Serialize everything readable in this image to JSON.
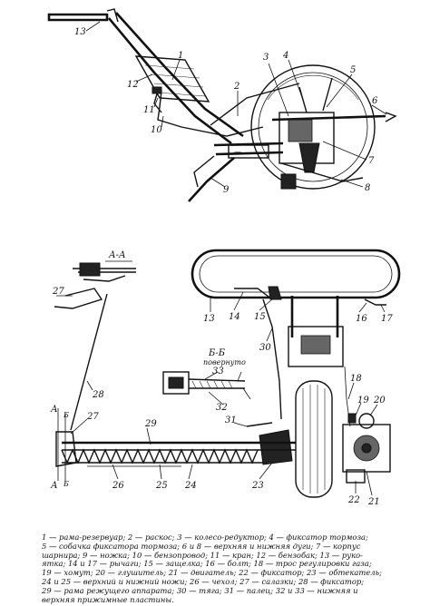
{
  "labels_top": [
    "13",
    "12",
    "11",
    "10",
    "1",
    "2",
    "3",
    "4",
    "5",
    "6",
    "7",
    "8",
    "9"
  ],
  "labels_bottom": [
    "13",
    "14",
    "15",
    "16",
    "17",
    "30",
    "18",
    "19",
    "20",
    "21",
    "22",
    "23",
    "24",
    "25",
    "26",
    "27",
    "28",
    "29",
    "31",
    "32",
    "33"
  ],
  "section_aa": "А-А",
  "section_aa_callout": "27",
  "section_bb": "Б-Б",
  "section_bb_sub": "повернуто",
  "section_marks": {
    "a1": "А",
    "b1": "Б",
    "a2": "А",
    "b2": "Б"
  },
  "caption_lines": [
    "1 — рама-резервуар; 2 — раскос; 3 — колесо-редуктор; 4 — фиксатор тормоза;",
    "5 — собачка фиксатора тормоза; 6 и 8 — верхняя и нижняя дуги; 7 — корпус",
    "шарнира; 9 — ножка; 10 — бензопровод; 11 — кран; 12 — бензобак; 13 — руко-",
    "ятка; 14 и 17 — рычаги; 15 — защелка; 16 — болт; 18 — трос регулировки газа;",
    "19 — хомут; 20 — глушитель; 21 — двигатель; 22 — фиксатор; 23 — обтекатель;",
    "24 и 25 — верхний и нижний ножи; 26 — чехол; 27 — салазки; 28 — фиксатор;",
    "29 — рама режущего аппарата; 30 — тяга; 31 — палец; 32 и 33 — нижняя и",
    "верхняя прижимные пластины."
  ]
}
